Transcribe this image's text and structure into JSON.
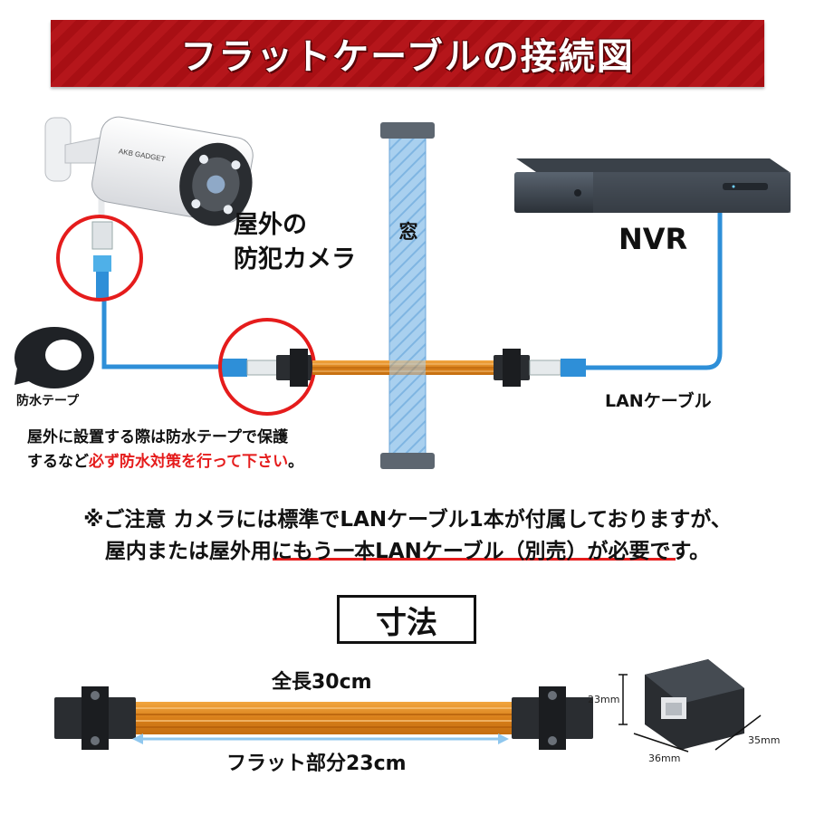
{
  "header": {
    "title": "フラットケーブルの接続図"
  },
  "diagram": {
    "camera_brand": "AKB GADGET",
    "camera_label_line1": "屋外の",
    "camera_label_line2": "防犯カメラ",
    "window_label": "窓",
    "nvr_label": "NVR",
    "lan_cable_label": "LANケーブル",
    "tape_label": "防水テープ"
  },
  "notes": {
    "waterproof_line1": "屋外に設置する際は防水テープで保護",
    "waterproof_line2_prefix": "するなど",
    "waterproof_line2_highlight": "必ず防水対策を行って下さい",
    "waterproof_line2_suffix": "。",
    "caution_line1": "※ご注意 カメラには標準でLANケーブル1本が付属しておりますが、",
    "caution_line2_prefix": "屋内または屋外用に",
    "caution_line2_highlight": "もう一本LANケーブル（別売）",
    "caution_line2_suffix": "が必要です。"
  },
  "dimensions": {
    "section_title": "寸法",
    "total_length": "全長30cm",
    "flat_length": "フラット部分23cm",
    "connector_height": "23mm",
    "connector_width": "36mm",
    "connector_depth": "35mm"
  },
  "colors": {
    "banner_red": "#b5161b",
    "cable_blue": "#2e8fd8",
    "flat_cable_orange": "#e08a1e",
    "highlight_red": "#e51c1c",
    "window_blue": "#9cc8ec"
  }
}
